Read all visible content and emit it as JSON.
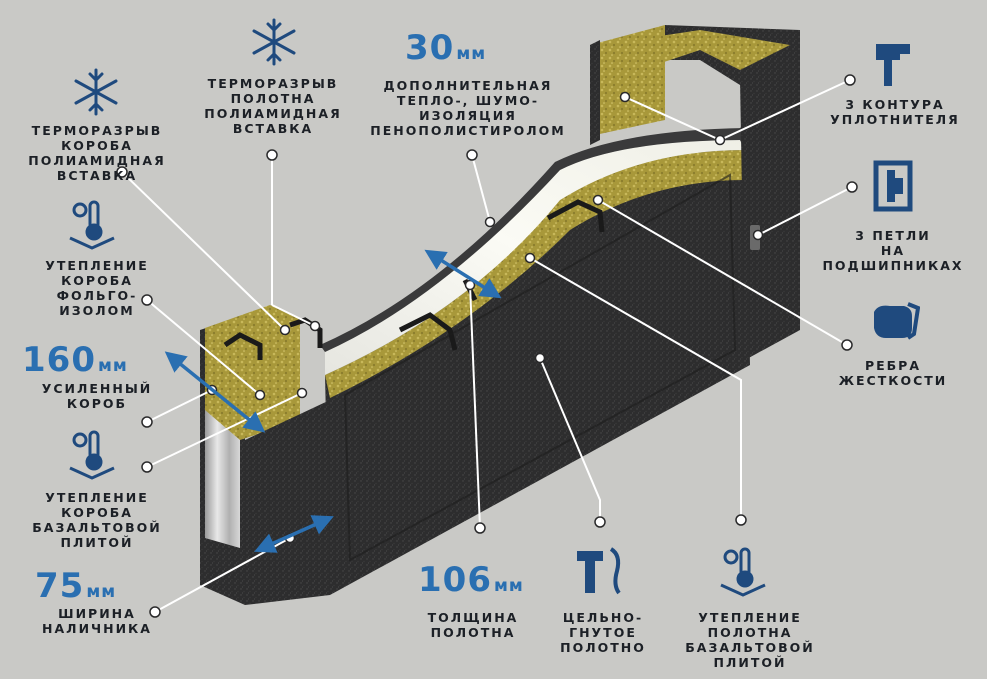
{
  "colors": {
    "background": "#c9c9c6",
    "accent_blue": "#2a6fb1",
    "icon_navy": "#1f4a7e",
    "steel_dark": "#2a2a2b",
    "insulation": "#a99a3a",
    "leader_white": "#ffffff"
  },
  "dimensions": [
    {
      "id": "d30",
      "value": "30",
      "unit": "мм"
    },
    {
      "id": "d160",
      "value": "160",
      "unit": "мм"
    },
    {
      "id": "d106",
      "value": "106",
      "unit": "мм"
    },
    {
      "id": "d75",
      "value": "75",
      "unit": "мм"
    }
  ],
  "labels": {
    "frame_thermal_break": [
      "ТЕРМОРАЗРЫВ",
      "КОРОБА",
      "ПОЛИАМИДНАЯ",
      "ВСТАВКА"
    ],
    "leaf_thermal_break": [
      "ТЕРМОРАЗРЫВ",
      "ПОЛОТНА",
      "ПОЛИАМИДНАЯ",
      "ВСТАВКА"
    ],
    "extra_insulation": [
      "ДОПОЛНИТЕЛЬНАЯ",
      "ТЕПЛО-, ШУМО-",
      "ИЗОЛЯЦИЯ",
      "ПЕНОПОЛИСТИРОЛОМ"
    ],
    "seal_contours": [
      "3 КОНТУРА",
      "УПЛОТНИТЕЛЯ"
    ],
    "bearing_hinges": [
      "3 ПЕТЛИ",
      "НА",
      "ПОДШИПНИКАХ"
    ],
    "stiffeners": [
      "РЕБРА",
      "ЖЕСТКОСТИ"
    ],
    "foil_insulation": [
      "УТЕПЛЕНИЕ",
      "КОРОБА",
      "ФОЛЬГО-",
      "ИЗОЛОМ"
    ],
    "reinforced_frame": [
      "УСИЛЕННЫЙ",
      "КОРОБ"
    ],
    "basalt_frame": [
      "УТЕПЛЕНИЕ",
      "КОРОБА",
      "БАЗАЛЬТОВОЙ",
      "ПЛИТОЙ"
    ],
    "trim_width": [
      "ШИРИНА",
      "НАЛИЧНИКА"
    ],
    "leaf_thickness": [
      "ТОЛЩИНА",
      "ПОЛОТНА"
    ],
    "bent_leaf": [
      "ЦЕЛЬНО-",
      "ГНУТОЕ",
      "ПОЛОТНО"
    ],
    "basalt_leaf": [
      "УТЕПЛЕНИЕ",
      "ПОЛОТНА",
      "БАЗАЛЬТОВОЙ",
      "ПЛИТОЙ"
    ]
  },
  "icons": {
    "frame_thermal_break": "snowflake-icon",
    "leaf_thermal_break": "snowflake-icon",
    "seal_contours": "seal-profile-icon",
    "bearing_hinges": "hinge-icon",
    "stiffeners": "fist-icon",
    "foil_insulation": "thermometer-gear-icon",
    "basalt_frame": "thermometer-gear-icon",
    "bent_leaf": "bent-profile-icon",
    "basalt_leaf": "thermometer-gear-icon"
  }
}
